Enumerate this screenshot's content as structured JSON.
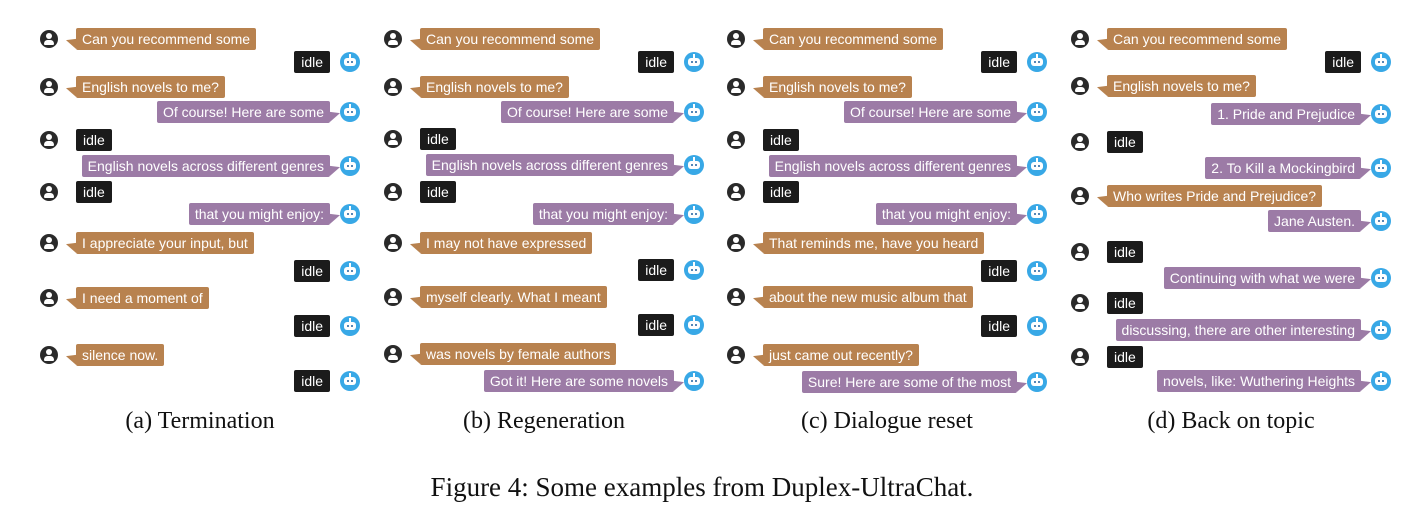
{
  "panels": [
    {
      "caption": "(a) Termination",
      "rows": [
        {
          "side": "user",
          "type": "msg",
          "text": "Can you recommend some"
        },
        {
          "side": "bot",
          "type": "idle",
          "text": "idle"
        },
        {
          "side": "user",
          "type": "msg",
          "text": "English novels to me?"
        },
        {
          "side": "bot",
          "type": "msg",
          "text": "Of course! Here are some"
        },
        {
          "side": "user",
          "type": "idle",
          "text": "idle"
        },
        {
          "side": "bot",
          "type": "msg",
          "text": "English novels across different genres"
        },
        {
          "side": "user",
          "type": "idle",
          "text": "idle"
        },
        {
          "side": "bot",
          "type": "msg",
          "text": "that you might enjoy:"
        },
        {
          "side": "user",
          "type": "msg",
          "text": "I appreciate your input, but"
        },
        {
          "side": "bot",
          "type": "idle",
          "text": "idle"
        },
        {
          "side": "user",
          "type": "msg",
          "text": "I need a moment of"
        },
        {
          "side": "bot",
          "type": "idle",
          "text": "idle"
        },
        {
          "side": "user",
          "type": "msg",
          "text": "silence now."
        },
        {
          "side": "bot",
          "type": "idle",
          "text": "idle"
        }
      ]
    },
    {
      "caption": "(b) Regeneration",
      "rows": [
        {
          "side": "user",
          "type": "msg",
          "text": "Can you recommend some"
        },
        {
          "side": "bot",
          "type": "idle",
          "text": "idle"
        },
        {
          "side": "user",
          "type": "msg",
          "text": "English novels to me?"
        },
        {
          "side": "bot",
          "type": "msg",
          "text": "Of course! Here are some"
        },
        {
          "side": "user",
          "type": "idle",
          "text": "idle"
        },
        {
          "side": "bot",
          "type": "msg",
          "text": "English novels across different genres"
        },
        {
          "side": "user",
          "type": "idle",
          "text": "idle"
        },
        {
          "side": "bot",
          "type": "msg",
          "text": "that you might enjoy:"
        },
        {
          "side": "user",
          "type": "msg",
          "text": "I may not have expressed"
        },
        {
          "side": "bot",
          "type": "idle",
          "text": "idle"
        },
        {
          "side": "user",
          "type": "msg",
          "text": "myself clearly. What I meant"
        },
        {
          "side": "bot",
          "type": "idle",
          "text": "idle"
        },
        {
          "side": "user",
          "type": "msg",
          "text": "was novels by female authors"
        },
        {
          "side": "bot",
          "type": "msg",
          "text": "Got it! Here are some novels"
        }
      ]
    },
    {
      "caption": "(c) Dialogue reset",
      "rows": [
        {
          "side": "user",
          "type": "msg",
          "text": "Can you recommend some"
        },
        {
          "side": "bot",
          "type": "idle",
          "text": "idle"
        },
        {
          "side": "user",
          "type": "msg",
          "text": "English novels to me?"
        },
        {
          "side": "bot",
          "type": "msg",
          "text": "Of course! Here are some"
        },
        {
          "side": "user",
          "type": "idle",
          "text": "idle"
        },
        {
          "side": "bot",
          "type": "msg",
          "text": "English novels across different genres"
        },
        {
          "side": "user",
          "type": "idle",
          "text": "idle"
        },
        {
          "side": "bot",
          "type": "msg",
          "text": "that you might enjoy:"
        },
        {
          "side": "user",
          "type": "msg",
          "text": "That reminds me, have you heard"
        },
        {
          "side": "bot",
          "type": "idle",
          "text": "idle"
        },
        {
          "side": "user",
          "type": "msg",
          "text": "about the new music album that"
        },
        {
          "side": "bot",
          "type": "idle",
          "text": "idle"
        },
        {
          "side": "user",
          "type": "msg",
          "text": "just came out recently?"
        },
        {
          "side": "bot",
          "type": "msg",
          "text": "Sure! Here are some of the most"
        }
      ]
    },
    {
      "caption": "(d) Back on topic",
      "rows": [
        {
          "side": "user",
          "type": "msg",
          "text": "Can you recommend some"
        },
        {
          "side": "bot",
          "type": "idle",
          "text": "idle"
        },
        {
          "side": "user",
          "type": "msg",
          "text": "English novels to me?"
        },
        {
          "side": "bot",
          "type": "msg",
          "text": "1. Pride and Prejudice"
        },
        {
          "side": "user",
          "type": "idle",
          "text": "idle"
        },
        {
          "side": "bot",
          "type": "msg",
          "text": "2. To Kill a Mockingbird"
        },
        {
          "side": "user",
          "type": "msg",
          "text": "Who writes Pride and Prejudice?"
        },
        {
          "side": "bot",
          "type": "msg",
          "text": "Jane Austen."
        },
        {
          "side": "user",
          "type": "idle",
          "text": "idle"
        },
        {
          "side": "bot",
          "type": "msg",
          "text": "Continuing with what we were"
        },
        {
          "side": "user",
          "type": "idle",
          "text": "idle"
        },
        {
          "side": "bot",
          "type": "msg",
          "text": "discussing, there are other interesting"
        },
        {
          "side": "user",
          "type": "idle",
          "text": "idle"
        },
        {
          "side": "bot",
          "type": "msg",
          "text": "novels, like: Wuthering Heights"
        }
      ]
    }
  ],
  "figure_caption": "Figure 4: Some examples from Duplex-UltraChat.",
  "colors": {
    "user_bubble": "#b8824f",
    "bot_bubble": "#9c7ba6",
    "idle_tag": "#1b1b1b",
    "bot_avatar": "#38a8e6",
    "user_avatar": "#2a2a2a"
  },
  "icons": {
    "user": "user-avatar-icon",
    "bot": "robot-avatar-icon"
  }
}
